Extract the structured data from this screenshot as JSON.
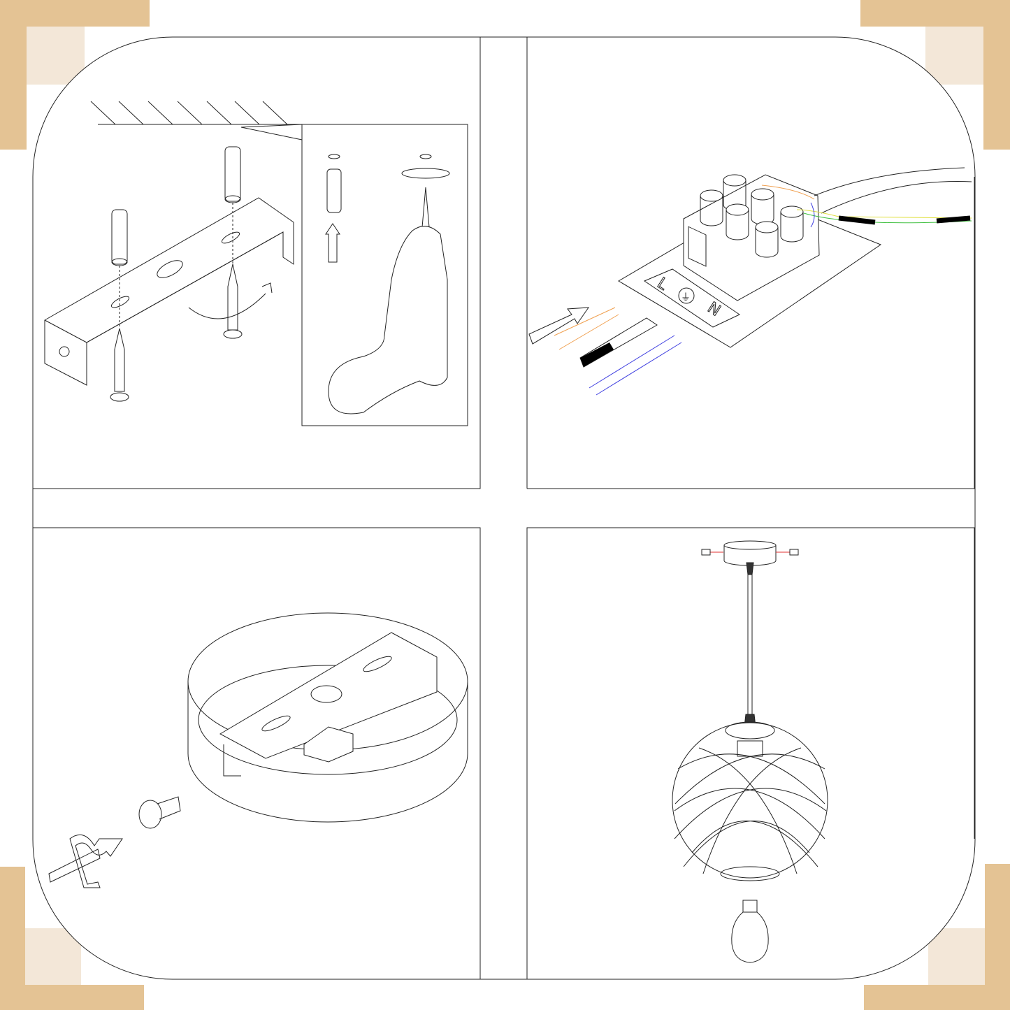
{
  "terminal_labels": {
    "live": "L",
    "earth": "⏚",
    "neutral": "N"
  },
  "colors": {
    "corner_dark": "#E4C394",
    "corner_light": "#F3E7D8",
    "wire_live": "#F0A050",
    "wire_neutral": "#4040E0",
    "wire_earth_green": "#40C040",
    "wire_earth_yellow": "#E0E040",
    "line": "#222222"
  },
  "steps": [
    {
      "name": "mount-bracket"
    },
    {
      "name": "connect-wires"
    },
    {
      "name": "fix-canopy"
    },
    {
      "name": "hang-lamp-and-insert-bulb"
    }
  ]
}
